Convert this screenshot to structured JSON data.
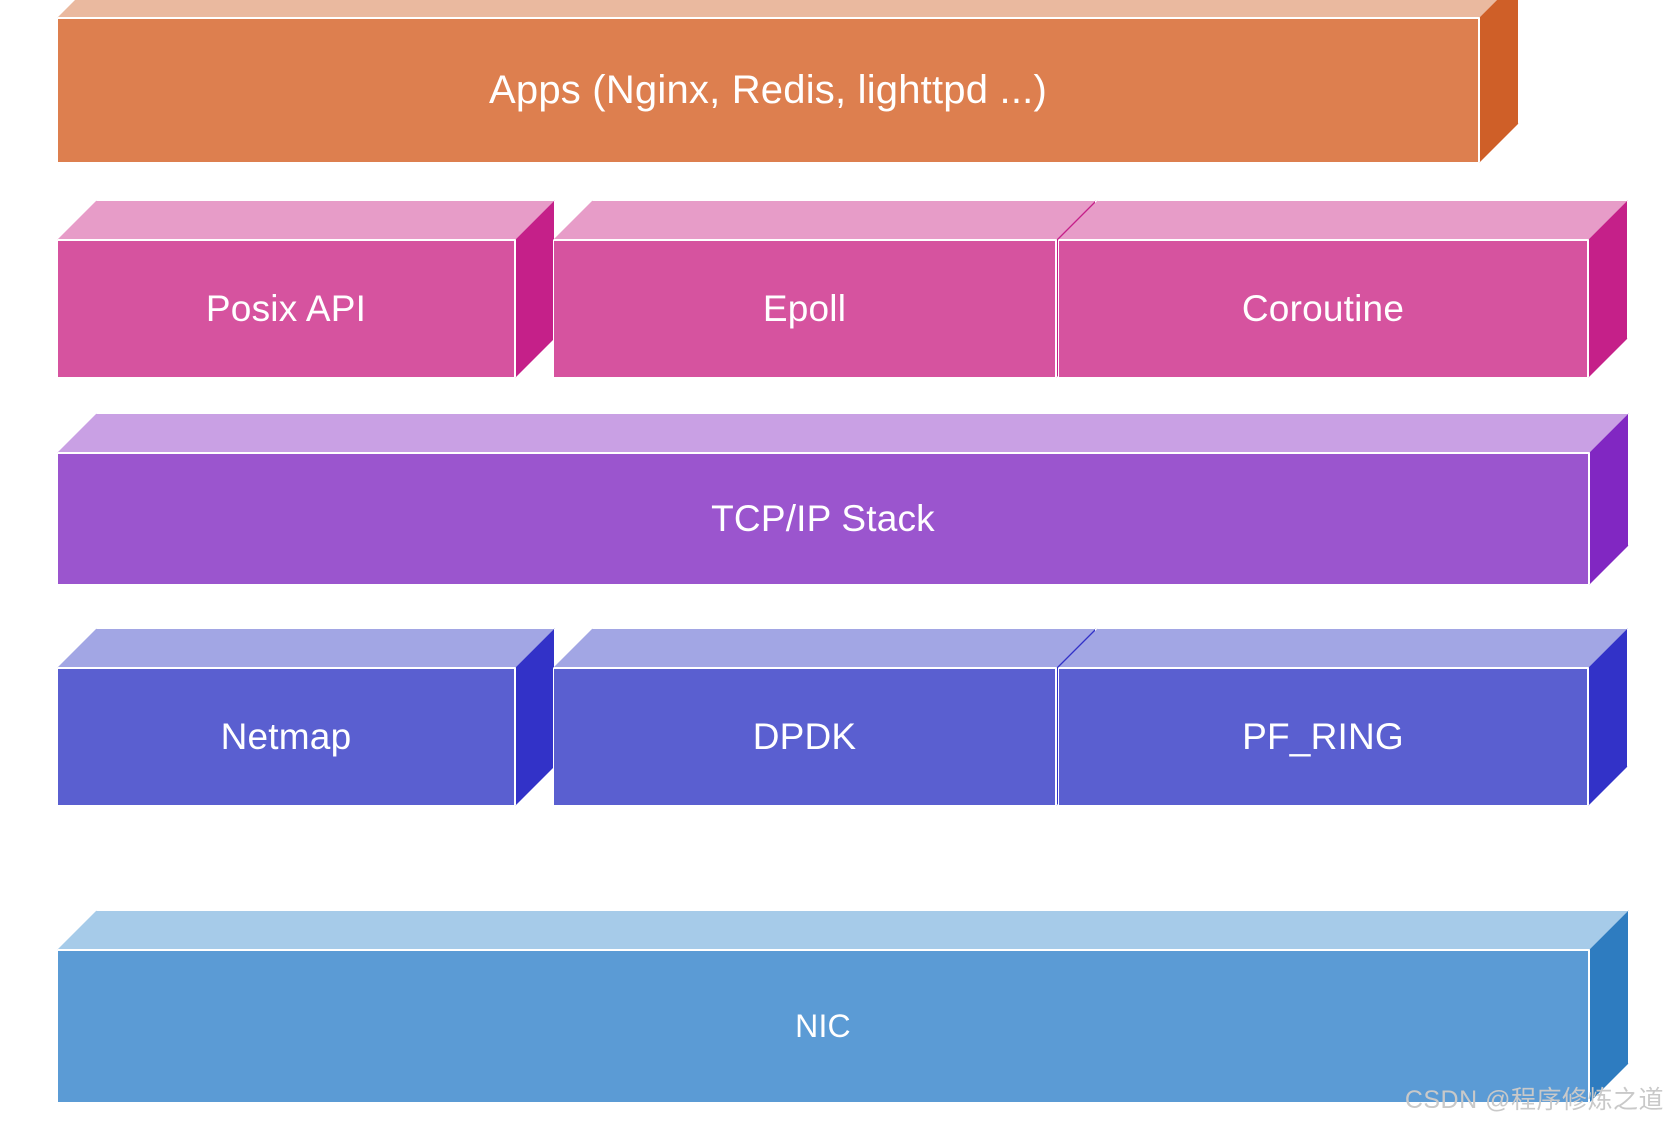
{
  "diagram": {
    "title": "Network stack architecture layers",
    "layers": [
      {
        "id": "apps",
        "label": "Apps (Nginx, Redis, lighttpd ...)",
        "colors": {
          "front": "#dd7f4f",
          "top": "#eab99f",
          "side": "#cf5f28"
        },
        "font_size": 40
      },
      {
        "id": "posix-api",
        "label": "Posix API",
        "colors": {
          "front": "#d6539f",
          "top": "#e79cc8",
          "side": "#c52089"
        },
        "font_size": 37
      },
      {
        "id": "epoll",
        "label": "Epoll",
        "colors": {
          "front": "#d6539f",
          "top": "#e79cc8",
          "side": "#c52089"
        },
        "font_size": 37
      },
      {
        "id": "coroutine",
        "label": "Coroutine",
        "colors": {
          "front": "#d6539f",
          "top": "#e79cc8",
          "side": "#c52089"
        },
        "font_size": 37
      },
      {
        "id": "tcp-ip-stack",
        "label": "TCP/IP Stack",
        "colors": {
          "front": "#9b55ce",
          "top": "#c9a0e4",
          "side": "#8127c2"
        },
        "font_size": 37
      },
      {
        "id": "netmap",
        "label": "Netmap",
        "colors": {
          "front": "#5a5fd0",
          "top": "#a2a6e4",
          "side": "#3232c8"
        },
        "font_size": 37
      },
      {
        "id": "dpdk",
        "label": "DPDK",
        "colors": {
          "front": "#5a5fd0",
          "top": "#a2a6e4",
          "side": "#3232c8"
        },
        "font_size": 37
      },
      {
        "id": "pf-ring",
        "label": "PF_RING",
        "colors": {
          "front": "#5a5fd0",
          "top": "#a2a6e4",
          "side": "#3232c8"
        },
        "font_size": 37
      },
      {
        "id": "nic",
        "label": "NIC",
        "colors": {
          "front": "#5b9bd5",
          "top": "#a6cbe9",
          "side": "#2e7cc0"
        },
        "font_size": 32
      }
    ]
  },
  "watermark": {
    "text": "CSDN @程序修炼之道"
  }
}
